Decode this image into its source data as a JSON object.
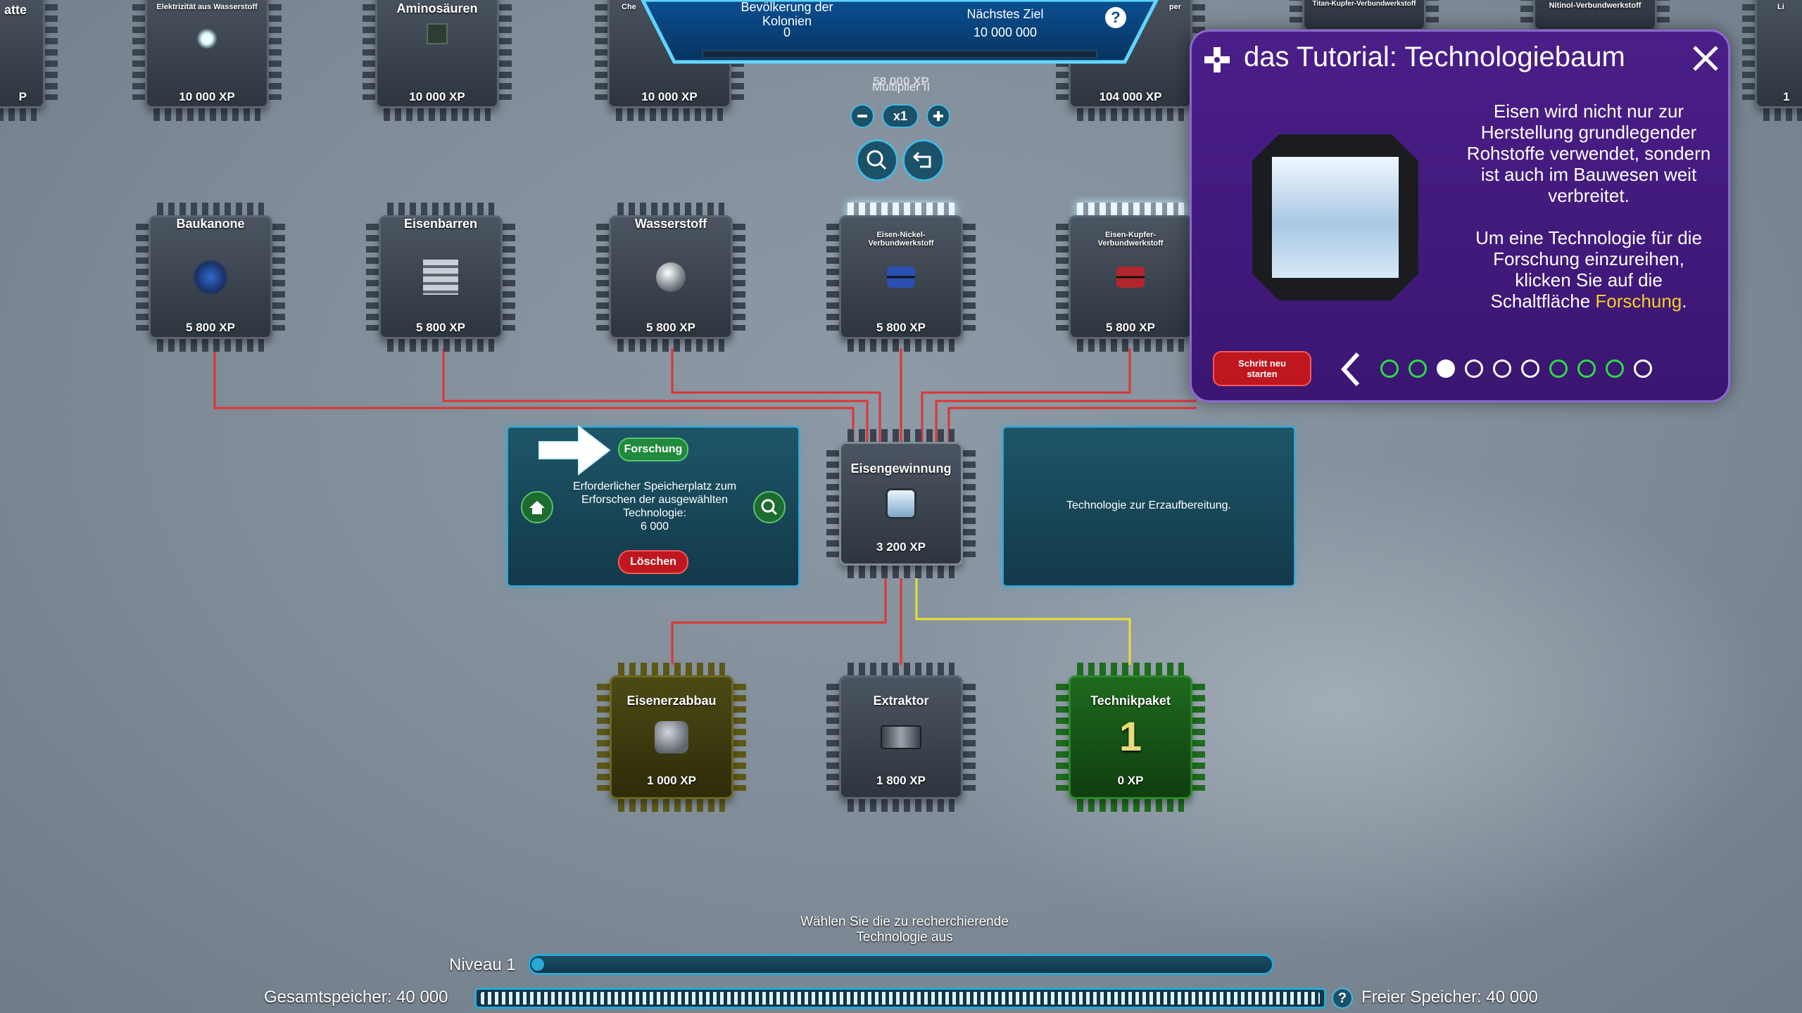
{
  "hud": {
    "population_label": "Bevölkerung der Kolonien",
    "population_value": "0",
    "goal_label": "Nächstes Ziel",
    "goal_value": "10 000 000",
    "help": "?"
  },
  "multiplier": {
    "label": "Multiplier II",
    "value": "x1",
    "xp_behind": "58 000 XP"
  },
  "top_row": [
    {
      "title": "atte",
      "xp": "P"
    },
    {
      "title": "Elektrizität aus Wasserstoff",
      "xp": "10 000 XP"
    },
    {
      "title": "Aminosäuren",
      "xp": "10 000 XP"
    },
    {
      "title": "Che",
      "xp": "10 000 XP"
    },
    {
      "title": "per",
      "xp": "104 000 XP"
    },
    {
      "title": "Titan-Kupfer-Verbundwerkstoff",
      "xp": ""
    },
    {
      "title": "Nitinol-Verbundwerkstoff",
      "xp": ""
    },
    {
      "title": "Li",
      "xp": "1"
    }
  ],
  "mid_row": [
    {
      "title": "Baukanone",
      "xp": "5 800 XP"
    },
    {
      "title": "Eisenbarren",
      "xp": "5 800 XP"
    },
    {
      "title": "Wasserstoff",
      "xp": "5 800 XP"
    },
    {
      "title": "Eisen-Nickel-Verbundwerkstoff",
      "xp": "5 800 XP"
    },
    {
      "title": "Eisen-Kupfer-Verbundwerkstoff",
      "xp": "5 800 XP"
    }
  ],
  "center": {
    "title": "Eisengewinnung",
    "xp": "3 200 XP"
  },
  "bottom_row": [
    {
      "title": "Eisenerzabbau",
      "xp": "1 000 XP"
    },
    {
      "title": "Extraktor",
      "xp": "1 800 XP"
    },
    {
      "title": "Technikpaket",
      "xp": "0 XP",
      "big": "1"
    }
  ],
  "research_panel": {
    "button": "Forschung",
    "text": "Erforderlicher Speicherplatz zum Erforschen der ausgewählten Technologie:",
    "value": "6 000",
    "delete": "Löschen"
  },
  "info_panel": {
    "text": "Technologie zur Erzaufbereitung."
  },
  "tutorial": {
    "title": "das Tutorial: Technologiebaum",
    "body1": "Eisen wird nicht nur zur Herstellung grundlegender Rohstoffe verwendet, sondern ist auch im Bauwesen weit verbreitet.",
    "body2a": "Um eine Technologie für die Forschung einzureihen, klicken Sie auf die Schaltfläche",
    "body2b": "Forschung",
    "body2c": ".",
    "restart": "Schritt neu starten",
    "accent": "#f5d020"
  },
  "footer": {
    "hint": "Wählen Sie die zu recherchierende Technologie aus",
    "level": "Niveau 1",
    "total": "Gesamtspeicher: 40 000",
    "free": "Freier Speicher: 40 000",
    "help": "?"
  }
}
